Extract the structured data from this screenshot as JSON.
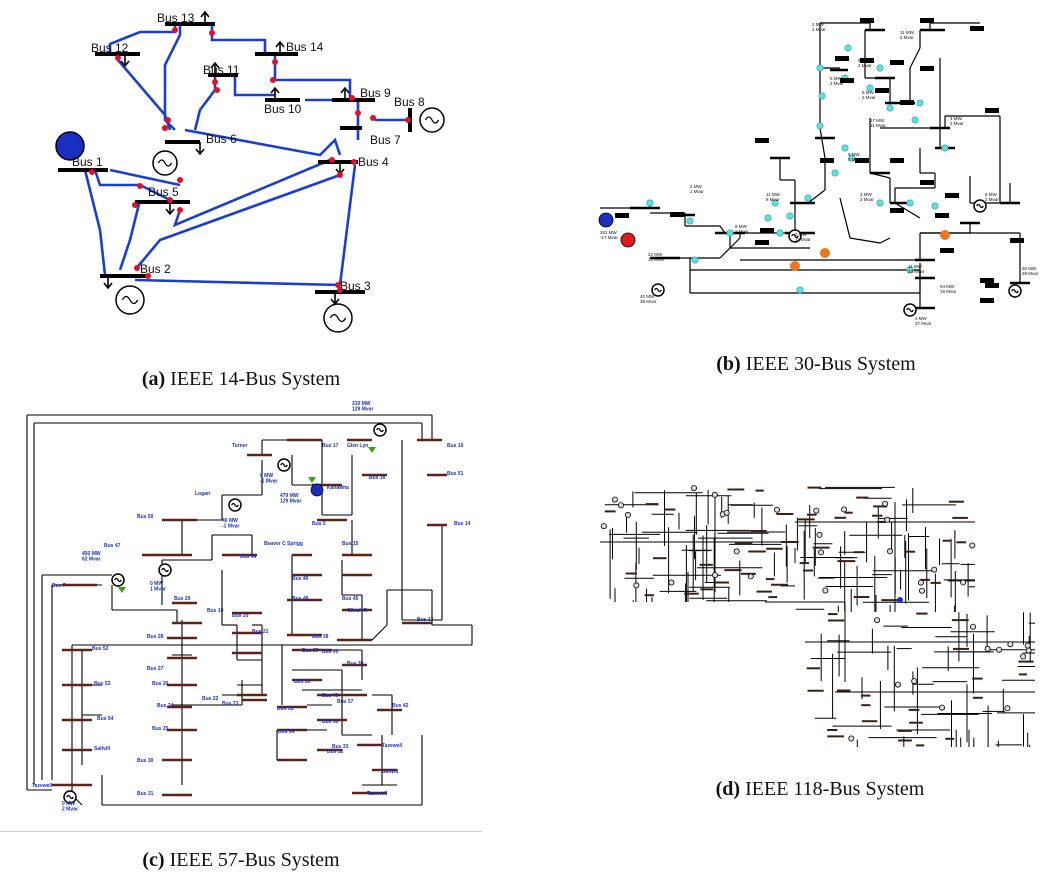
{
  "figures": {
    "a": {
      "letter": "(a)",
      "title": "IEEE 14-Bus System"
    },
    "b": {
      "letter": "(b)",
      "title": "IEEE 30-Bus System"
    },
    "c": {
      "letter": "(c)",
      "title": "IEEE 57-Bus System"
    },
    "d": {
      "letter": "(d)",
      "title": "IEEE 118-Bus System"
    }
  },
  "bus14": {
    "labels": [
      "Bus 1",
      "Bus 2",
      "Bus 3",
      "Bus 4",
      "Bus 5",
      "Bus 6",
      "Bus 7",
      "Bus 8",
      "Bus 9",
      "Bus 10",
      "Bus 11",
      "Bus 12",
      "Bus 13",
      "Bus 14"
    ],
    "line_color": "#1a3fd0",
    "breaker_color": "#e0102a",
    "gen_color": "#1a2fbf"
  },
  "bus30": {
    "loads": [
      "2 MW\n1 Mvar",
      "9 MW\n2 Mvar",
      "11 MW\n2 Mvar",
      "5 MW\n2 Mvar",
      "6 MW\n2 Mvar",
      "17 MW\n11 Mvar",
      "4 MW\n2 Mvar",
      "6 MW\n2 Mvar",
      "2 MW\n1 Mvar",
      "11 MW\n8 Mvar",
      "9 MW\n6 Mvar",
      "8 MW\n2 Mvar",
      "3 MW\n2 Mvar",
      "0 MW\n11 Mvar",
      "22 MW\n13 Mvar",
      "40 MW\n38 Mvar",
      "11 MW\n23 Mvar",
      "94 MW\n19 Mvar",
      "0 MW\n37 Mvar",
      "30 MW\n38 Mvar"
    ],
    "gen_main": "261 MW\n-17 Mvar"
  },
  "bus57": {
    "labels": [
      "Bus 17",
      "Glen Lyn",
      "Bus 10",
      "Bus 51",
      "Bus 16",
      "Turner",
      "Kanawha",
      "Logan",
      "Bus 5",
      "Bus 14",
      "Bus 50",
      "Beaver C",
      "Sprigg",
      "Bus 15",
      "Bus 46",
      "Bus 45",
      "Bus 47",
      "Bus 44",
      "Bus 48",
      "Clinch R",
      "Bus 7",
      "Bus 29",
      "Bus 19",
      "Bus 20",
      "Bus 13",
      "Bus 21",
      "Bus 38",
      "Bus 49",
      "Bus 52",
      "Bus 28",
      "Bus 27",
      "Bus 26",
      "Bus 37",
      "Bus 39",
      "Bus 53",
      "Bus 22",
      "Bus 36",
      "Bus 24",
      "Bus 40",
      "Bus 57",
      "Bus 54",
      "Bus 23",
      "Bus 35",
      "Bus 56",
      "Bus 42",
      "Bus 25",
      "Bus 34",
      "Saltvill",
      "Bus 30",
      "Bus 32",
      "Bus 33",
      "Tazewell",
      "Bus 31",
      "Tazewell",
      "Saltvill",
      "Tazewell"
    ],
    "gens": [
      "310 MW\n129 Mvar",
      "0 MW\n-1 Mvar",
      "479 MW\n129 Mvar",
      "40 MW\n-1 Mvar",
      "450 MW\n62 Mvar",
      "0 MW\n1 Mvar",
      "0 MW\n2 Mvar"
    ],
    "label_color": "#1a2fbf"
  }
}
